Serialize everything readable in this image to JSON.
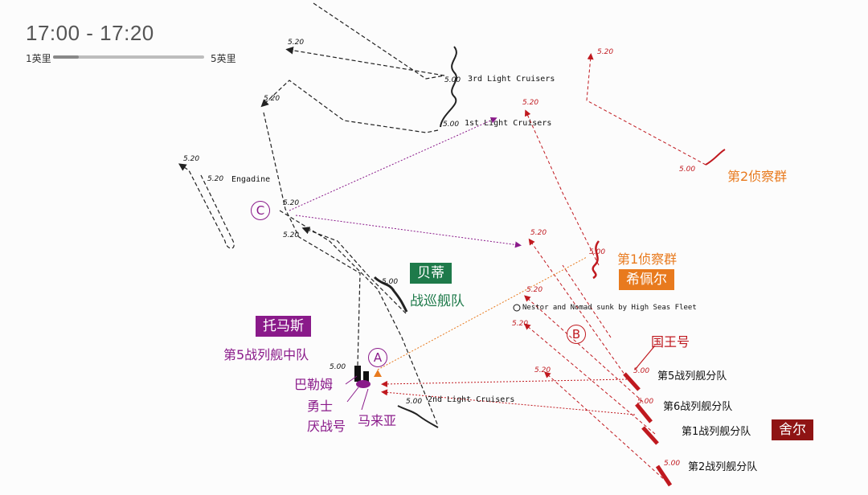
{
  "header": {
    "time_range": "17:00 - 17:20",
    "scale_min": "1英里",
    "scale_max": "5英里",
    "scale_level": 0.17
  },
  "colors": {
    "black_track": "#222222",
    "red": "#c0191f",
    "purple": "#8a1a8a",
    "orange": "#e87a1e",
    "green": "#1e7a4a",
    "dark_red_box": "#8f1414"
  },
  "boxes": {
    "beatty": "贝蒂",
    "hipper": "希佩尔",
    "thomas": "托马斯",
    "scheer": "舍尔"
  },
  "labels": {
    "battlecruiser_squadron": "战巡舰队",
    "first_scouting_group": "第1侦察群",
    "second_scouting_group": "第2侦察群",
    "fifth_battle_squadron": "第5战列舰中队",
    "konig": "国王号",
    "barham": "巴勒姆",
    "valiant": "勇士",
    "warspite": "厌战号",
    "malaya": "马来亚",
    "div_5": "第5战列舰分队",
    "div_6": "第6战列舰分队",
    "div_1": "第1战列舰分队",
    "div_2": "第2战列舰分队"
  },
  "map_text": {
    "third_lc": "3rd Light Cruisers",
    "first_lc": "1st Light Cruisers",
    "second_lc": "2nd Light Cruisers",
    "engadine": "Engadine",
    "nestor": "Nestor and Nomad sunk by High Seas Fleet"
  },
  "points": {
    "a": "A",
    "b": "B",
    "c": "C"
  },
  "times": {
    "t500": "5.00",
    "t520": "5.20"
  }
}
